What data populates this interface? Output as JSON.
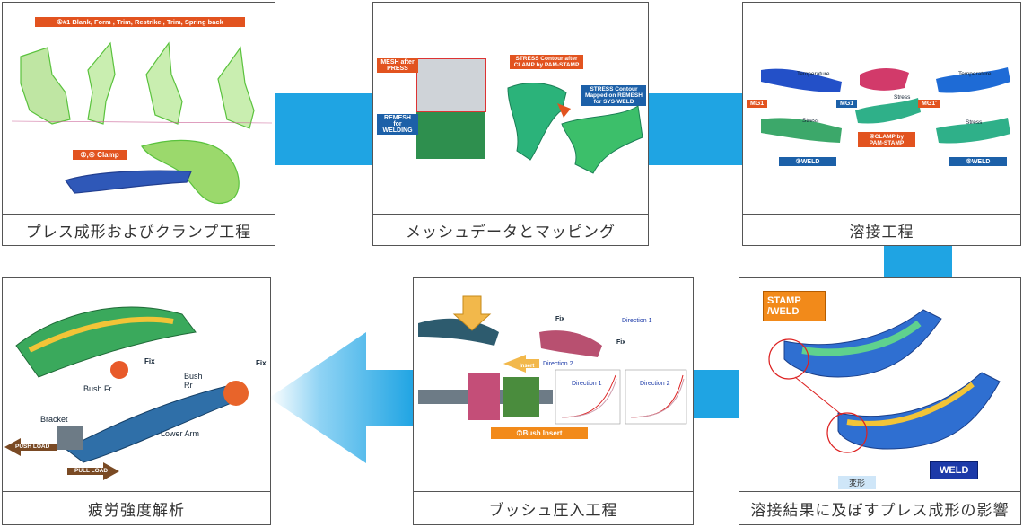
{
  "panels": {
    "press": {
      "caption": "プレス成形およびクランプ工程",
      "banner": "①#1 Blank, Form , Trim, Restrike , Trim, Spring back",
      "clamp_tag": "②,④ Clamp"
    },
    "mesh": {
      "caption": "メッシュデータとマッピング",
      "mesh_after_press": "MESH after PRESS",
      "remesh": "REMESH for WELDING",
      "stress_contour": "STRESS Contour after CLAMP by PAM-STAMP",
      "stress_mapped": "STRESS Contour Mapped on REMESH for SYS-WELD"
    },
    "weld": {
      "caption": "溶接工程",
      "temperature_1": "Temperature",
      "temperature_2": "Temperature",
      "stress_1": "Stress",
      "stress_2": "Stress",
      "stress_3": "Stress",
      "mg1": "MG1",
      "mg1b": "MG1",
      "mg1c": "MG1'",
      "weld_3": "③WELD",
      "clamp_4": "④CLAMP by PAM-STAMP",
      "weld_5": "⑤WELD"
    },
    "effect": {
      "caption": "溶接結果に及ぼすプレス成形の影響",
      "stamp_weld": "STAMP /WELD",
      "weld": "WELD",
      "deform": "変形"
    },
    "bush": {
      "caption": "ブッシュ圧入工程",
      "fix_1": "Fix",
      "fix_2": "Fix",
      "direction_1": "Direction 1",
      "direction_2": "Direction 2",
      "insert": "Insert",
      "chart_dir1": "Direction 1",
      "chart_dir2": "Direction 2",
      "bush_insert": "⑦Bush Insert"
    },
    "fatigue": {
      "caption": "疲労強度解析",
      "fix_1": "Fix",
      "fix_2": "Fix",
      "bush_fr": "Bush Fr",
      "bush_rr": "Bush Rr",
      "bracket": "Bracket",
      "lower_arm": "Lower Arm",
      "push_load": "PUSH LOAD",
      "pull_load": "PULL LOAD"
    }
  },
  "colors": {
    "connector": "#1fa4e3",
    "orange_tag": "#e2531f",
    "blue_tag": "#1c60a8"
  }
}
